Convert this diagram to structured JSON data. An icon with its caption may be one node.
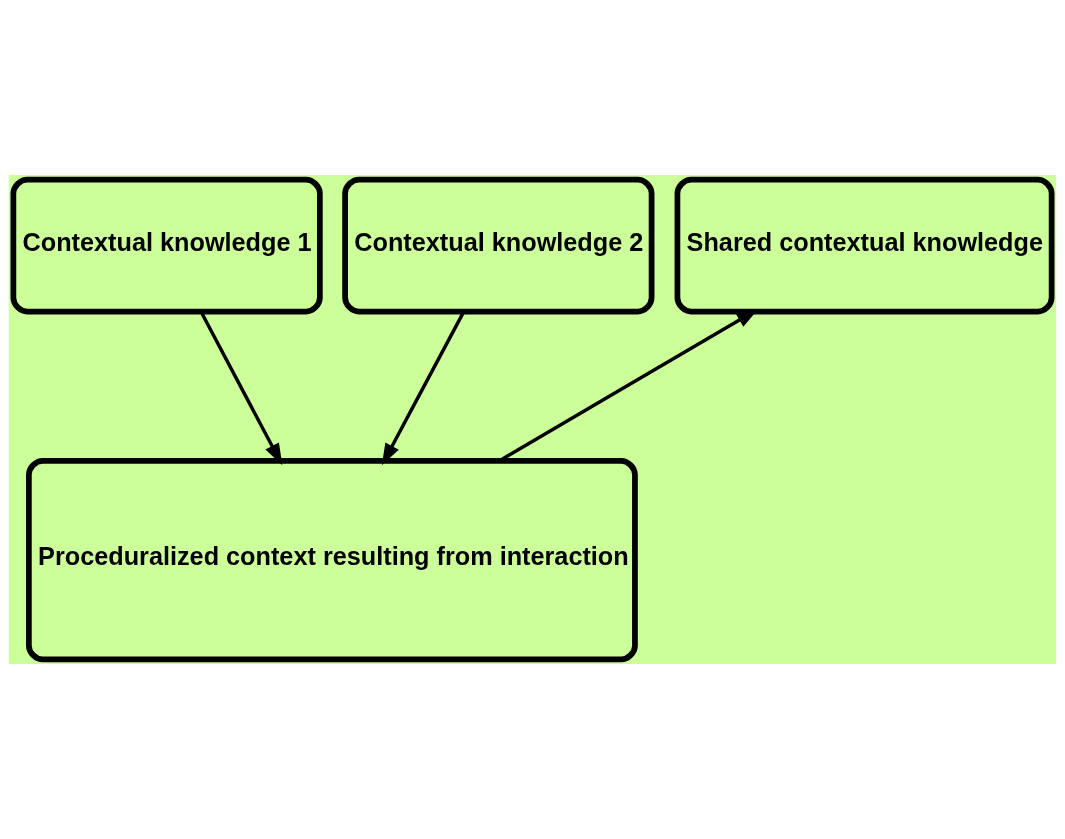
{
  "diagram": {
    "nodes": [
      {
        "text": [
          "Contextual knowledge 1"
        ]
      },
      {
        "text": [
          "Shared contextual knowledge"
        ]
      },
      {
        "text": [
          "Contextual knowledge 2"
        ]
      },
      {
        "text": [
          "Proceduralized context resulting from interaction"
        ]
      }
    ],
    "edges": [
      {
        "from": 0,
        "to": 3,
        "arrow": "to"
      },
      {
        "from": 3,
        "to": 1,
        "arrow": "to"
      },
      {
        "from": 2,
        "to": 3,
        "arrow": "to"
      }
    ]
  }
}
